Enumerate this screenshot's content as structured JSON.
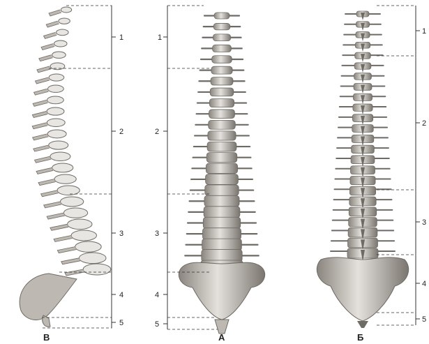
{
  "figure": {
    "views": [
      {
        "id": "lateral",
        "label": "В",
        "regions": [
          "1",
          "2",
          "3",
          "4",
          "5"
        ]
      },
      {
        "id": "anterior",
        "label": "А",
        "regions": [
          "1",
          "2",
          "3",
          "4",
          "5"
        ]
      },
      {
        "id": "posterior",
        "label": "Б",
        "regions": [
          "1",
          "2",
          "3",
          "4",
          "5"
        ]
      }
    ]
  },
  "colors": {
    "bone_light": "#e8e6e2",
    "bone_mid": "#bdb9b2",
    "bone_dark": "#6e6a64",
    "line": "#333333"
  }
}
